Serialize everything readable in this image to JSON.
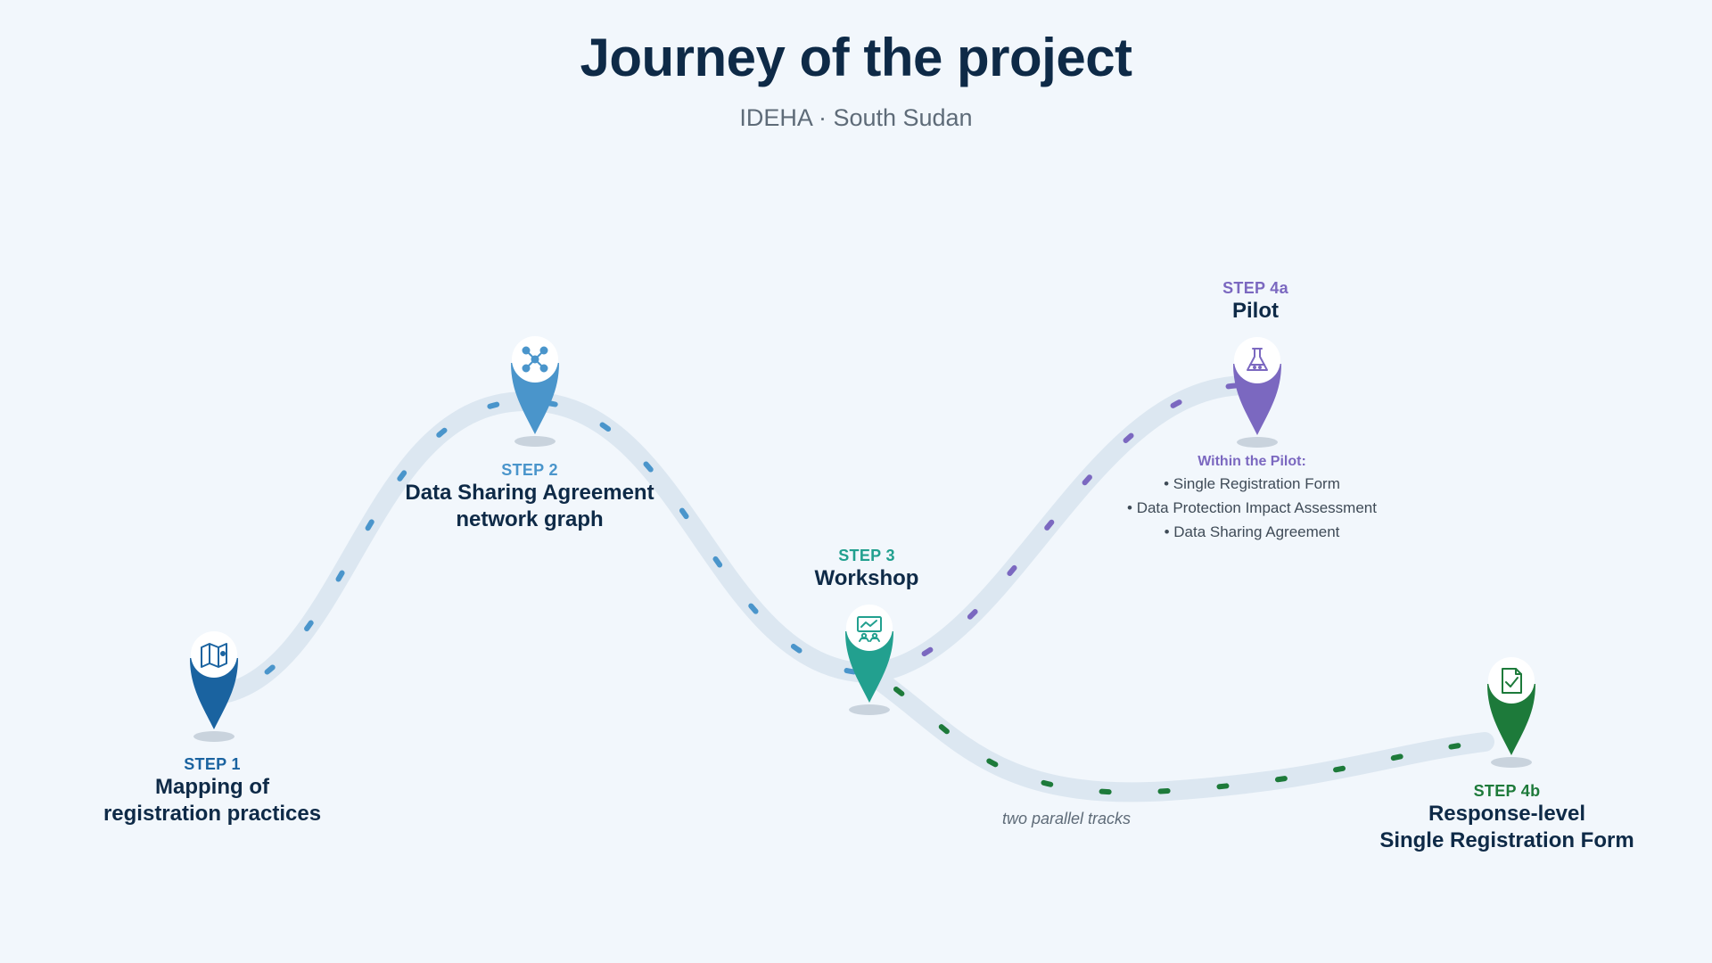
{
  "header": {
    "title": "Journey of the project",
    "subtitle": "IDEHA · South Sudan"
  },
  "colors": {
    "background": "#f2f7fc",
    "road": "#dce7f1",
    "step1": "#1a63a0",
    "step2": "#4a95cb",
    "step3": "#22a08f",
    "step4a": "#7b68c0",
    "step4b": "#1d7a3a",
    "title": "#0e2a47"
  },
  "steps": {
    "step1": {
      "tag": "STEP 1",
      "title_line1": "Mapping of",
      "title_line2": "registration practices",
      "icon": "map-icon"
    },
    "step2": {
      "tag": "STEP 2",
      "title_line1": "Data Sharing Agreement",
      "title_line2": "network graph",
      "icon": "network-graph-icon"
    },
    "step3": {
      "tag": "STEP 3",
      "title_line1": "Workshop",
      "icon": "presentation-board-icon"
    },
    "step4a": {
      "tag": "STEP 4a",
      "title_line1": "Pilot",
      "icon": "lab-flask-icon",
      "details_heading": "Within the Pilot:",
      "details": [
        "• Single Registration Form",
        "• Data Protection Impact Assessment",
        "• Data Sharing Agreement"
      ]
    },
    "step4b": {
      "tag": "STEP 4b",
      "title_line1": "Response-level",
      "title_line2": "Single Registration Form",
      "icon": "document-check-icon"
    }
  },
  "note": "two parallel tracks"
}
